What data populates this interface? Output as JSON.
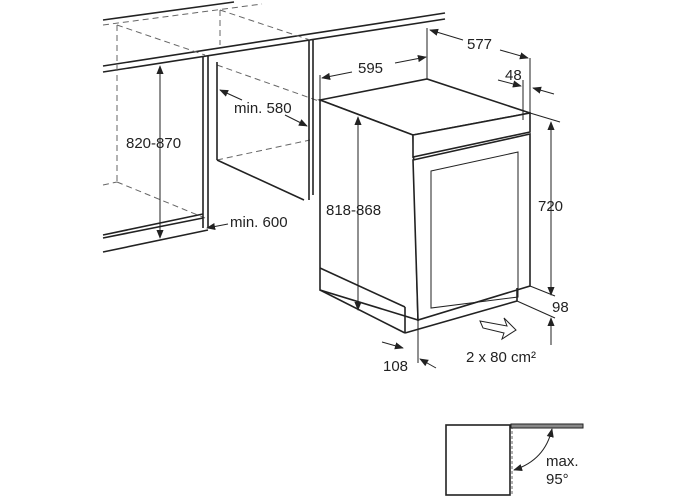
{
  "diagram": {
    "labels": {
      "niche_height": "820-870",
      "niche_depth": "min. 580",
      "niche_width": "min. 600",
      "appliance_width": "595",
      "appliance_depth": "577",
      "door_projection": "48",
      "appliance_height": "818-868",
      "door_height": "720",
      "plinth_height": "98",
      "plinth_depth": "108",
      "ventilation": "2 x 80 cm²",
      "door_angle_line1": "max.",
      "door_angle_line2": "95°"
    },
    "colors": {
      "line": "#222222",
      "background": "#ffffff"
    }
  }
}
